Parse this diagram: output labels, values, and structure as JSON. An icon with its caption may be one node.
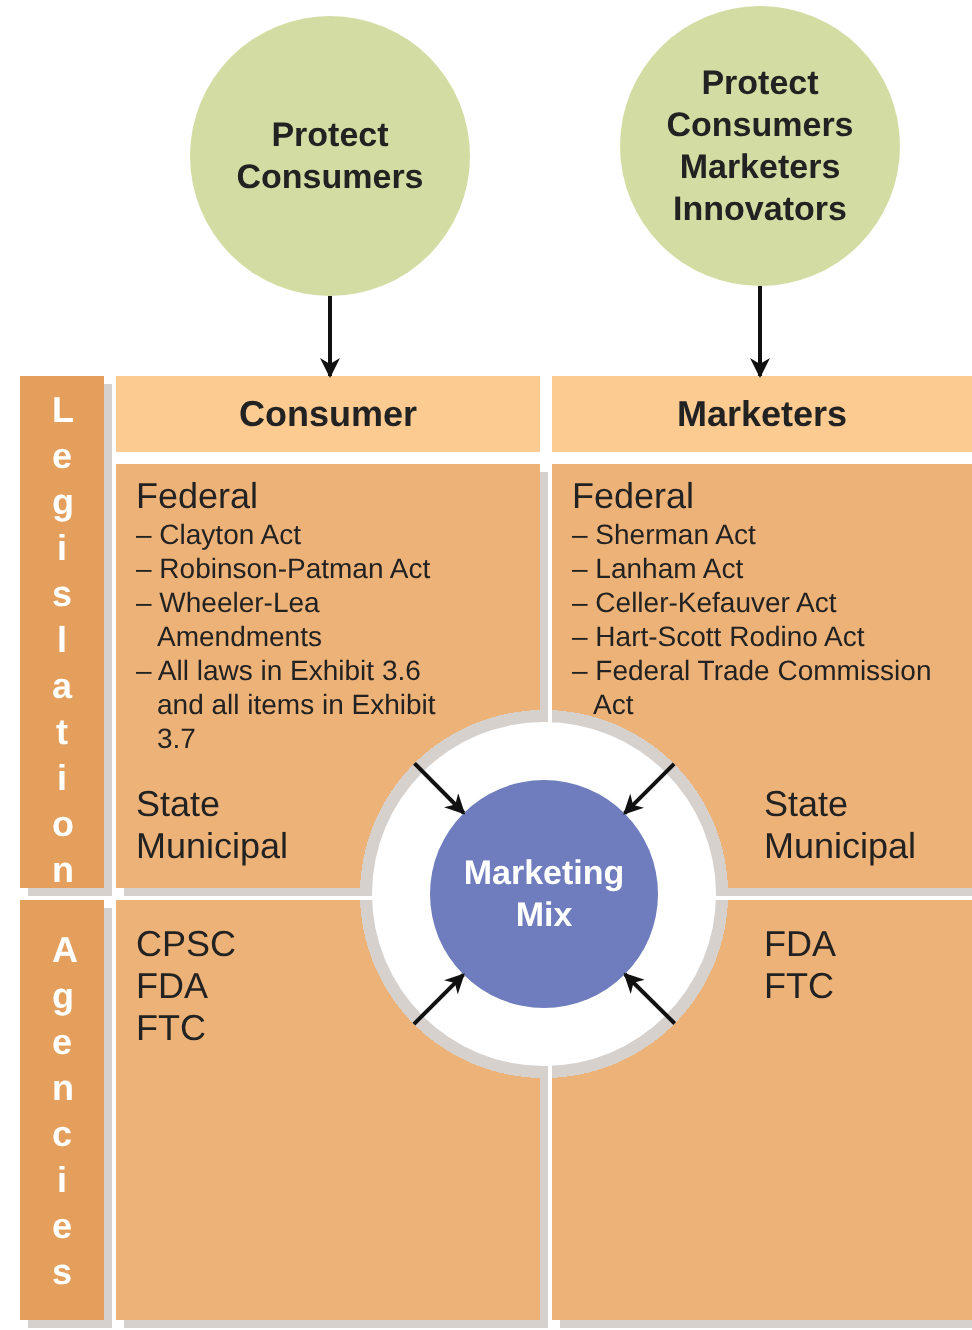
{
  "diagram": {
    "nodes": [
      {
        "text": [
          "Protect Consumers"
        ]
      },
      {
        "text": [
          "Protect Consumers Marketers Innovators"
        ]
      },
      {
        "text": [
          "Consumer"
        ]
      },
      {
        "text": [
          "Marketers"
        ]
      },
      {
        "text": [
          "Legislation"
        ]
      },
      {
        "text": [
          "Agencies"
        ]
      },
      {
        "text": [
          "Federal",
          "– Clayton Act",
          "– Robinson-Patman Act",
          "– Wheeler-Lea Amendments",
          "– All laws in Exhibit 3.6 and all items in Exhibit 3.7",
          "State",
          "Municipal"
        ]
      },
      {
        "text": [
          "Federal",
          "– Sherman Act",
          "– Lanham Act",
          "– Celler-Kefauver Act",
          "– Hart-Scott Rodino Act",
          "– Federal Trade Commission Act",
          "State",
          "Municipal"
        ]
      },
      {
        "text": [
          "CPSC",
          "FDA",
          "FTC"
        ]
      },
      {
        "text": [
          "FDA",
          "FTC"
        ]
      },
      {
        "text": [
          "Marketing Mix"
        ]
      }
    ],
    "edges": [
      {
        "from": 0,
        "to": 2,
        "arrow": "to"
      },
      {
        "from": 1,
        "to": 3,
        "arrow": "to"
      },
      {
        "from": 6,
        "to": 10,
        "arrow": "to"
      },
      {
        "from": 7,
        "to": 10,
        "arrow": "to"
      },
      {
        "from": 8,
        "to": 10,
        "arrow": "to"
      },
      {
        "from": 9,
        "to": 10,
        "arrow": "to"
      }
    ]
  }
}
